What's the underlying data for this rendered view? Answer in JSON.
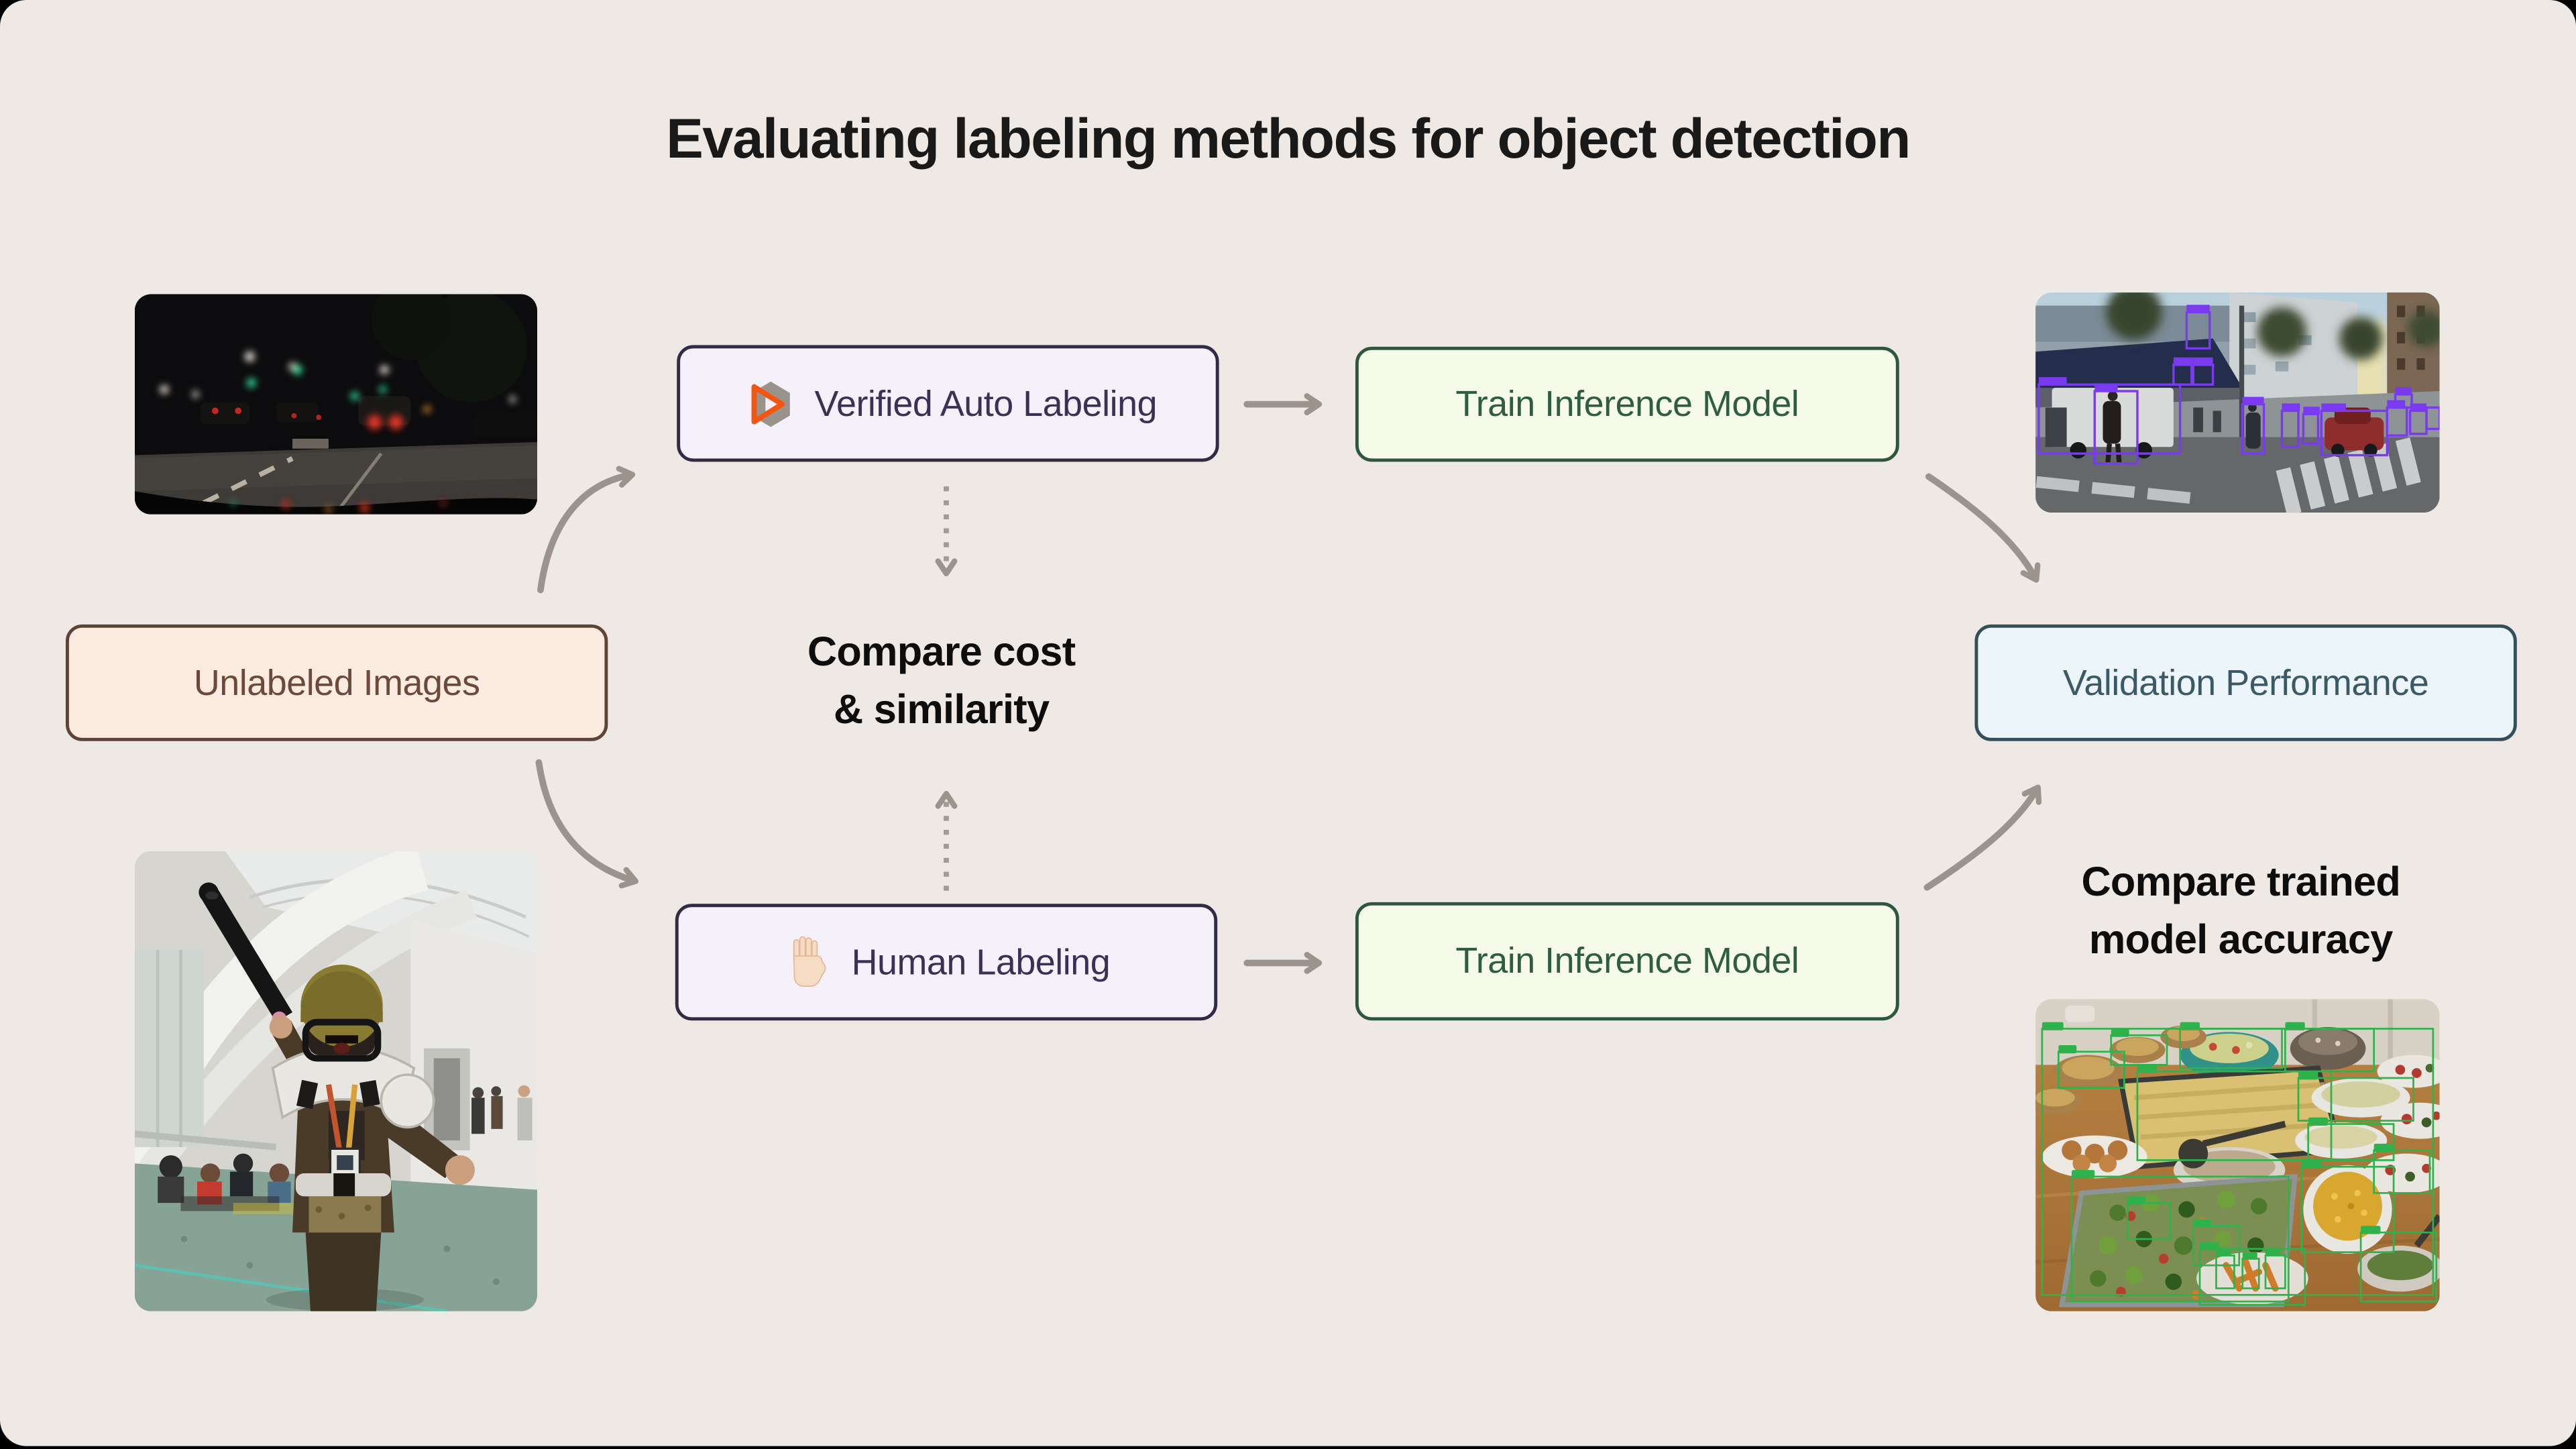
{
  "title": "Evaluating labeling methods for object detection",
  "nodes": {
    "unlabeled": {
      "label": "Unlabeled Images"
    },
    "auto": {
      "label": "Verified Auto Labeling",
      "icon": "voxel51-logo-icon"
    },
    "human": {
      "label": "Human Labeling",
      "icon": "raised-hand-icon"
    },
    "train_top": {
      "label": "Train Inference Model"
    },
    "train_bottom": {
      "label": "Train Inference Model"
    },
    "validation": {
      "label": "Validation Performance"
    }
  },
  "captions": {
    "compare_cost": {
      "line1": "Compare cost",
      "line2": "& similarity"
    },
    "compare_accuracy": {
      "line1": "Compare trained",
      "line2": "model accuracy"
    }
  },
  "images": {
    "night_street": {
      "name": "unlabeled-night-driving-photo",
      "description": "dashcam night street scene with traffic lights"
    },
    "cosplay": {
      "name": "unlabeled-convention-photo",
      "description": "person in football armor costume holding a bat in a convention hall"
    },
    "labeled_street": {
      "name": "validation-street-photo",
      "description": "city street with purple detection bounding boxes"
    },
    "labeled_food": {
      "name": "validation-buffet-photo",
      "description": "buffet table with green detection bounding boxes"
    }
  },
  "colors": {
    "background": "#EFE9E5",
    "arrow_gray": "#9B938C",
    "peach_bg": "#FCEBE0",
    "peach_border": "#5D4338",
    "lavender_bg": "#F5F1FB",
    "lavender_border": "#322B46",
    "green_bg": "#F5FAE9",
    "green_border": "#2E5741",
    "blue_bg": "#ECF6FA",
    "blue_border": "#334F5A",
    "detection_purple": "#7A3BF0",
    "detection_green": "#2FB24C",
    "logo_orange": "#F4560F"
  }
}
